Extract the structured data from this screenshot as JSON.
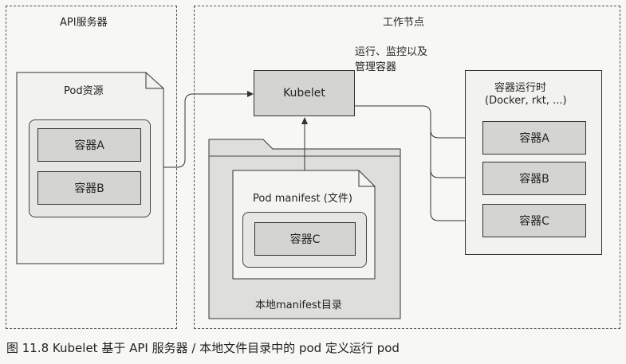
{
  "api_server": {
    "title": "API服务器",
    "pod_resource": {
      "title": "Pod资源",
      "containers": [
        "容器A",
        "容器B"
      ]
    }
  },
  "worker_node": {
    "title": "工作节点",
    "kubelet": "Kubelet",
    "kubelet_note_line1": "运行、监控以及",
    "kubelet_note_line2": "管理容器",
    "local_dir": {
      "label": "本地manifest目录",
      "manifest_title": "Pod manifest (文件)",
      "container": "容器C"
    },
    "runtime": {
      "title_line1": "容器运行时",
      "title_line2": "(Docker, rkt, ...)",
      "containers": [
        "容器A",
        "容器B",
        "容器C"
      ]
    }
  },
  "caption": "图 11.8   Kubelet 基于 API 服务器 / 本地文件目录中的 pod 定义运行 pod"
}
